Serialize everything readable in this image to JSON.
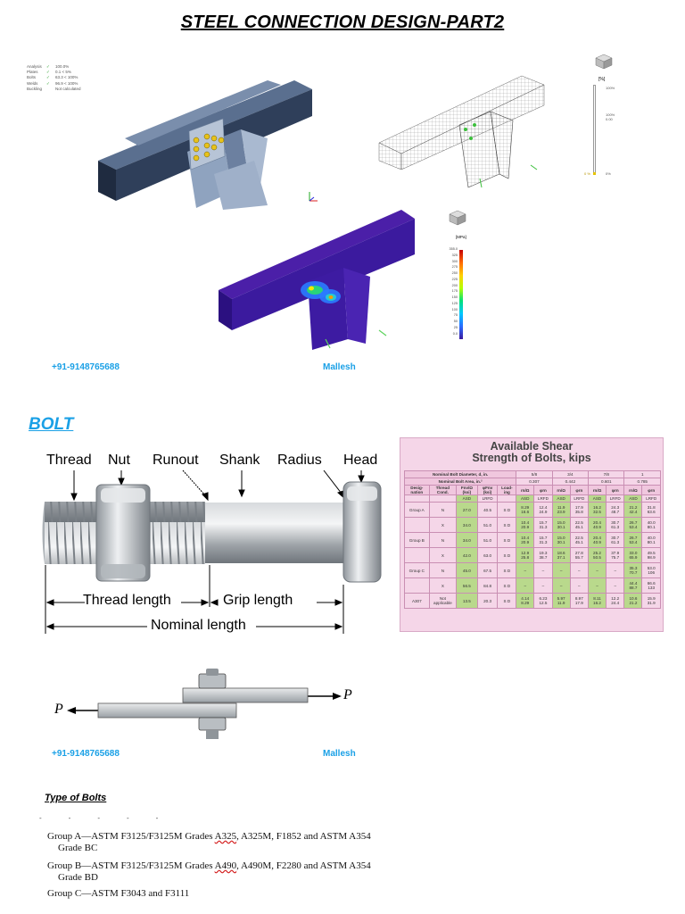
{
  "page": {
    "title": "STEEL CONNECTION DESIGN-PART2"
  },
  "fea_status": [
    {
      "key": "Analysis",
      "value": "100.0%"
    },
    {
      "key": "Plates",
      "value": "0.1 < 5%"
    },
    {
      "key": "Bolts",
      "value": "63.3 < 100%"
    },
    {
      "key": "Welds",
      "value": "96.9 < 100%"
    },
    {
      "key": "Buckling",
      "value": "Not calculated"
    }
  ],
  "fea_legend_strain": {
    "unit": "[%]",
    "top": "100%",
    "mid": "100%\n0.00",
    "bottom_left": "0 %",
    "bottom_right": "0%"
  },
  "fea_legend_stress": {
    "unit": "[MPa]",
    "values": [
      "355.0",
      "325",
      "300",
      "275",
      "250",
      "225",
      "200",
      "175",
      "150",
      "125",
      "100",
      "75",
      "50",
      "25",
      "0.0"
    ]
  },
  "contact": {
    "phone": "+91-9148765688",
    "name": "Mallesh"
  },
  "bolt_section": {
    "title": "BOLT",
    "labels": {
      "thread": "Thread",
      "nut": "Nut",
      "runout": "Runout",
      "shank": "Shank",
      "radius": "Radius",
      "head": "Head",
      "thread_length": "Thread length",
      "grip_length": "Grip length",
      "nominal_length": "Nominal length"
    },
    "force_label": "P"
  },
  "shear_table": {
    "title_line1": "Available Shear",
    "title_line2": "Strength of Bolts, kips",
    "diameter_label": "Nominal Bolt Diameter, d, in.",
    "diameters": [
      "5/8",
      "3/4",
      "7/8",
      "1"
    ],
    "area_label": "Nominal Bolt Area, in.²",
    "areas": [
      "0.307",
      "0.442",
      "0.601",
      "0.785"
    ],
    "col_headers": [
      "Desig-nation",
      "Thread Cond.",
      "Fnv/Ω (ksi)",
      "φFnv (ksi)",
      "Load-ing",
      "rn/Ω",
      "φrn",
      "rn/Ω",
      "φrn",
      "rn/Ω",
      "φrn",
      "rn/Ω",
      "φrn"
    ],
    "method_row": [
      "",
      "",
      "ASD",
      "LRFD",
      "",
      "ASD",
      "LRFD",
      "ASD",
      "LRFD",
      "ASD",
      "LRFD",
      "ASD",
      "LRFD"
    ],
    "rows": [
      [
        "Group A",
        "N",
        "27.0",
        "40.5",
        "S D",
        "8.29 16.6",
        "12.4 24.9",
        "11.9 23.9",
        "17.9 35.8",
        "16.2 32.5",
        "24.3 48.7",
        "21.2 42.4",
        "31.8 63.6"
      ],
      [
        "",
        "X",
        "34.0",
        "51.0",
        "S D",
        "10.4 20.9",
        "15.7 31.3",
        "15.0 30.1",
        "22.5 45.1",
        "20.4 40.9",
        "30.7 61.3",
        "26.7 53.4",
        "40.0 80.1"
      ],
      [
        "Group B",
        "N",
        "34.0",
        "51.0",
        "S D",
        "10.4 20.9",
        "15.7 31.3",
        "15.0 30.1",
        "22.5 45.1",
        "20.4 40.9",
        "30.7 61.3",
        "26.7 53.4",
        "40.0 80.1"
      ],
      [
        "",
        "X",
        "42.0",
        "63.0",
        "S D",
        "12.9 25.8",
        "19.3 38.7",
        "18.6 37.1",
        "27.8 55.7",
        "25.2 50.5",
        "37.9 75.7",
        "33.0 65.9",
        "49.5 98.9"
      ],
      [
        "Group C",
        "N",
        "45.0",
        "67.5",
        "S D",
        "–",
        "–",
        "–",
        "–",
        "–",
        "–",
        "35.3 70.7",
        "53.0 106"
      ],
      [
        "",
        "X",
        "56.5",
        "84.8",
        "S D",
        "–",
        "–",
        "–",
        "–",
        "–",
        "–",
        "44.4 88.7",
        "66.6 133"
      ],
      [
        "A307",
        "Not applicable",
        "13.5",
        "20.3",
        "S D",
        "4.14 8.29",
        "6.23 12.5",
        "5.97 11.9",
        "8.97 17.9",
        "8.11 16.2",
        "12.2 24.4",
        "10.6 21.2",
        "15.9 31.9"
      ]
    ]
  },
  "bolt_types": {
    "title": "Type of Bolts",
    "group_a": {
      "prefix": "Group A—ASTM F3125/F3125M Grades ",
      "grade": "A325",
      "rest": ", A325M, F1852 and ASTM A354",
      "line2": "Grade BC"
    },
    "group_b": {
      "prefix": "Group B—ASTM F3125/F3125M Grades ",
      "grade": "A490",
      "rest": ", A490M, F2280 and ASTM A354",
      "line2": "Grade BD"
    },
    "group_c": {
      "text": "Group C—ASTM F3043 and F3111"
    }
  },
  "colors": {
    "accent": "#1aa0e6",
    "beam": "#3a4d6b",
    "plate": "#8fa3bf",
    "mesh": "#888888",
    "stress_low": "#3b1a9e"
  }
}
